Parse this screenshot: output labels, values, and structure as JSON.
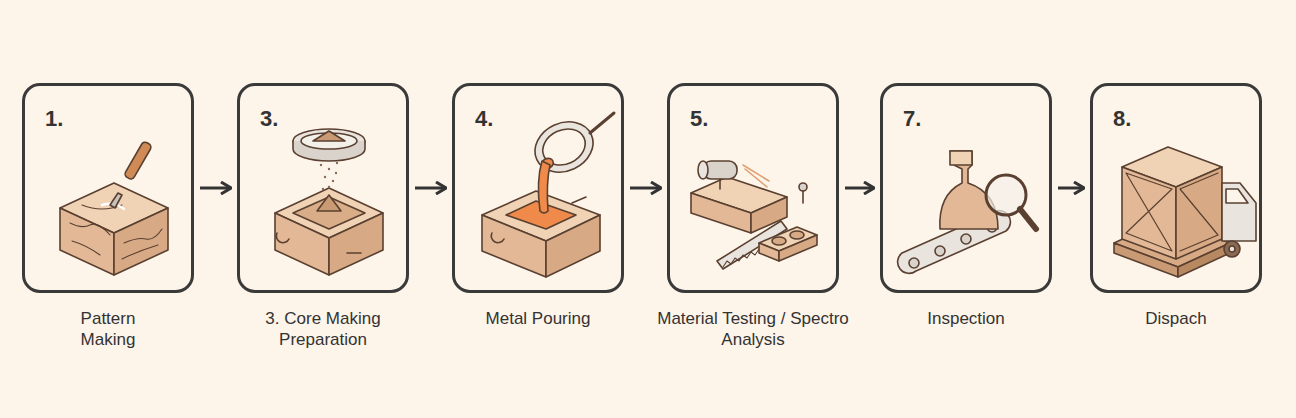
{
  "diagram": {
    "nodes": [
      {
        "text": [
          "1.",
          "Pattern Making"
        ]
      },
      {
        "text": [
          "3.",
          "3. Core Making Preparation"
        ]
      },
      {
        "text": [
          "4.",
          "Metal Pouring"
        ]
      },
      {
        "text": [
          "5.",
          "Material Testing / Spectro Analysis"
        ]
      },
      {
        "text": [
          "7.",
          "Inspection"
        ]
      },
      {
        "text": [
          "8.",
          "Dispach"
        ]
      }
    ],
    "edges": [
      {
        "from": 0,
        "to": 1,
        "arrow": "to"
      },
      {
        "from": 1,
        "to": 2,
        "arrow": "to"
      },
      {
        "from": 2,
        "to": 3,
        "arrow": "to"
      },
      {
        "from": 3,
        "to": 4,
        "arrow": "to"
      },
      {
        "from": 4,
        "to": 5,
        "arrow": "to"
      }
    ]
  }
}
